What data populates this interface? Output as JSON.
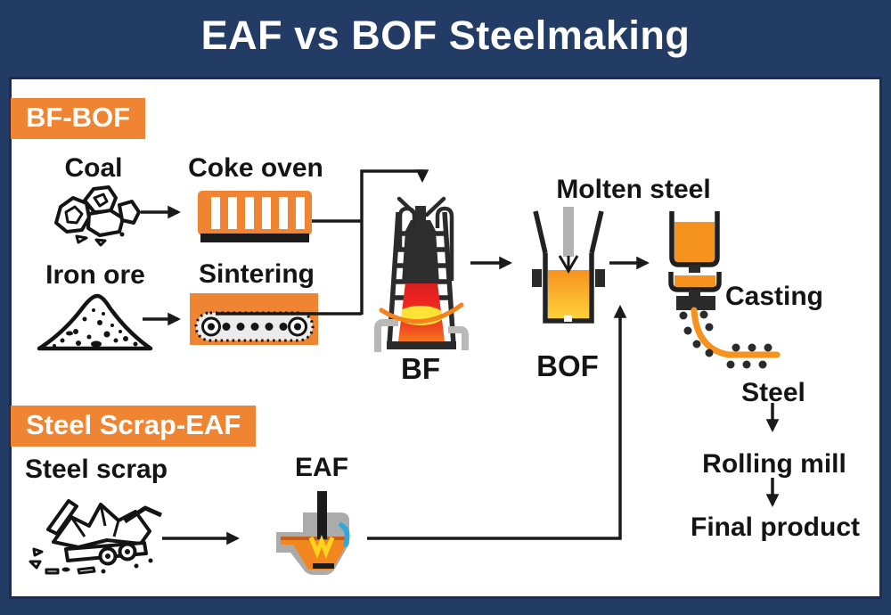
{
  "title": "EAF vs BOF Steelmaking",
  "badges": {
    "bf_bof": "BF-BOF",
    "scrap_eaf": "Steel Scrap-EAF"
  },
  "nodes": {
    "coal": "Coal",
    "coke_oven": "Coke oven",
    "iron_ore": "Iron ore",
    "sintering": "Sintering",
    "bf": "BF",
    "molten_steel": "Molten steel",
    "bof": "BOF",
    "casting": "Casting",
    "steel": "Steel",
    "rolling_mill": "Rolling mill",
    "final_product": "Final product",
    "steel_scrap": "Steel scrap",
    "eaf": "EAF"
  },
  "flows": [
    "Coal -> Coke oven -> BF",
    "Iron ore -> Sintering -> BF",
    "BF -> BOF",
    "BOF -> Casting (molten steel)",
    "Casting -> Steel -> Rolling mill -> Final product",
    "Steel scrap -> EAF -> Casting"
  ],
  "colors": {
    "background_navy": "#233C66",
    "accent_orange": "#EF8532",
    "panel_white": "#FFFFFF",
    "line_black": "#1A1A1A",
    "molten_orange": "#F6921E",
    "molten_yellow": "#FFD23B",
    "furnace_red": "#E32119",
    "steel_gray": "#ABABAB",
    "oxygen_blue": "#29ABE2"
  }
}
